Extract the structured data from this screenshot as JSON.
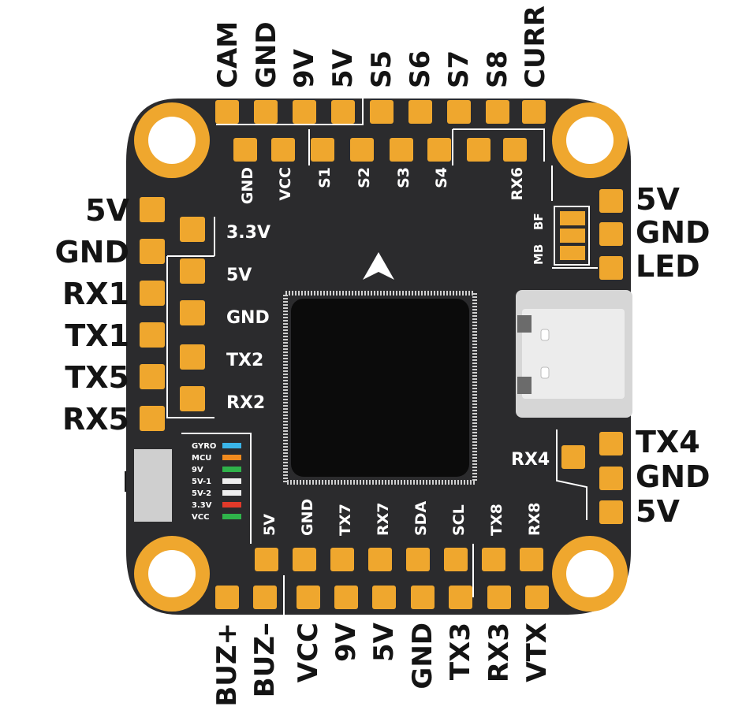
{
  "colors": {
    "board": "#2b2b2d",
    "pad": "#efa72e",
    "text_outside": "#141414",
    "text_inside": "#ffffff",
    "mcu": "#0b0b0b",
    "usb": "#d6d6d6",
    "gyro_led": "#3ab4e8",
    "mcu_led": "#f08a1e",
    "green_led": "#2fb34a",
    "white_led": "#eeeeee",
    "red_led": "#e23a2a"
  },
  "top_labels": [
    "CAM",
    "GND",
    "9V",
    "5V",
    "S5",
    "S6",
    "S7",
    "S8",
    "CURR"
  ],
  "top_inner_labels": [
    "GND",
    "VCC",
    "S1",
    "S2",
    "S3",
    "S4",
    "RX6"
  ],
  "left_labels": [
    "5V",
    "GND",
    "RX1",
    "TX1",
    "TX5",
    "RX5"
  ],
  "left_inner_labels": [
    "3.3V",
    "5V",
    "GND",
    "TX2",
    "RX2"
  ],
  "right_top_labels": [
    "5V",
    "GND",
    "LED"
  ],
  "right_bottom_labels": [
    "TX4",
    "GND",
    "5V"
  ],
  "rx4_label": "RX4",
  "led_labels": [
    "GYRO",
    "MCU",
    "9V",
    "5V-1",
    "5V-2",
    "3.3V",
    "VCC"
  ],
  "bottom_inner_labels": [
    "5V",
    "GND",
    "TX7",
    "RX7",
    "SDA",
    "SCL",
    "TX8",
    "RX8"
  ],
  "bottom_labels": [
    "BUZ+",
    "BUZ–",
    "VCC",
    "9V",
    "5V",
    "GND",
    "TX3",
    "RX3",
    "VTX"
  ],
  "mb_label": "MB",
  "bf_label": "BF"
}
